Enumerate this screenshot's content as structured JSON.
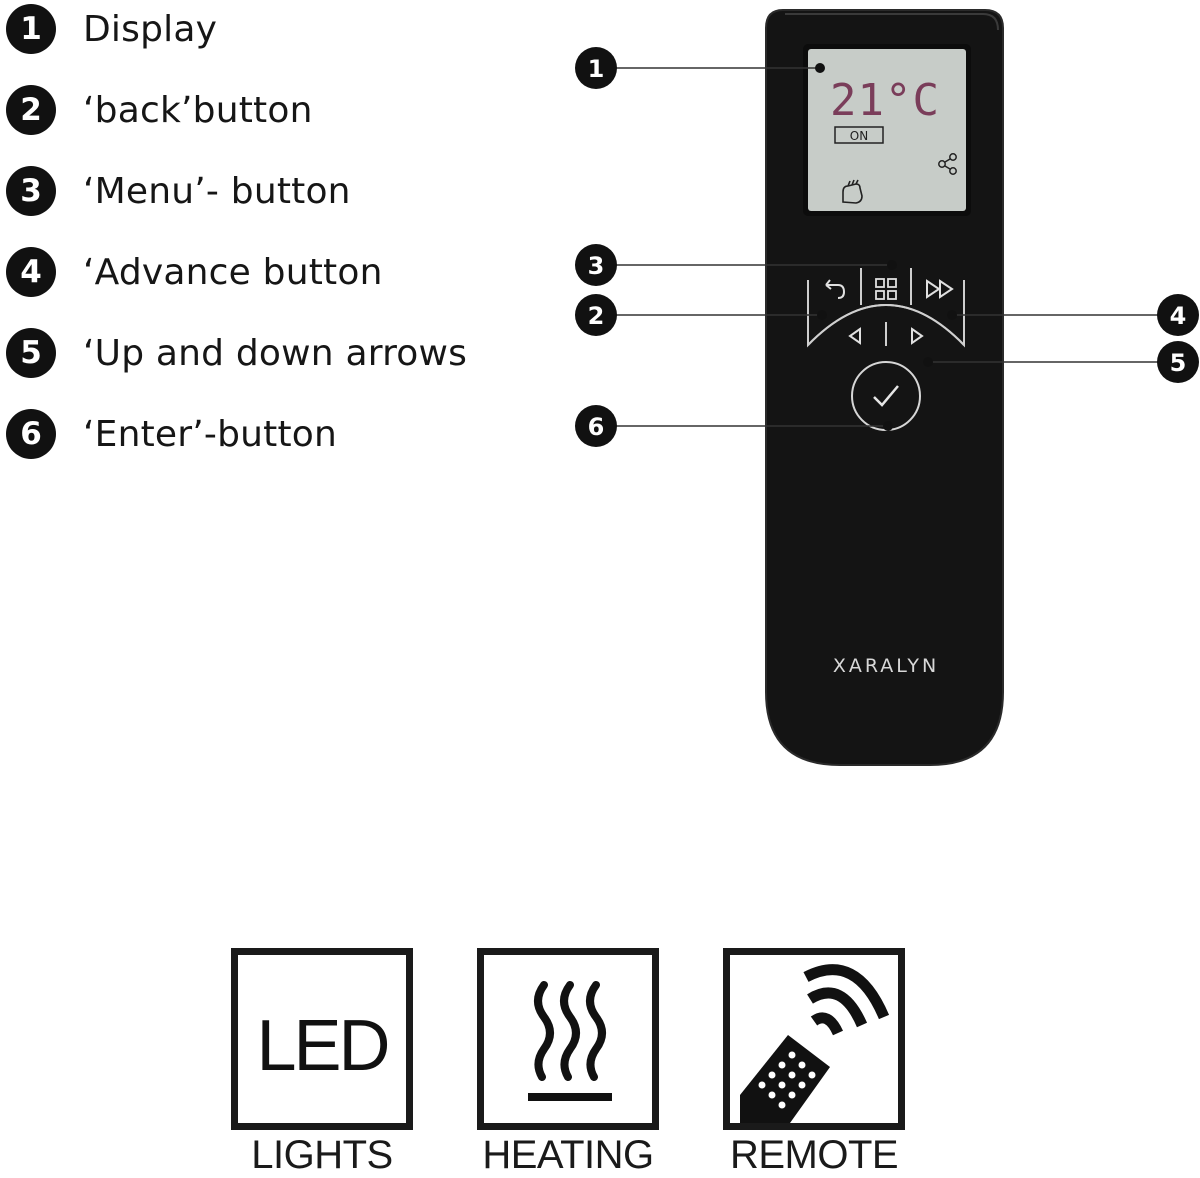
{
  "legend": [
    {
      "number": "1",
      "label": "Display"
    },
    {
      "number": "2",
      "label": "‘back’button"
    },
    {
      "number": "3",
      "label": "‘Menu’- button"
    },
    {
      "number": "4",
      "label": "‘Advance button"
    },
    {
      "number": "5",
      "label": "‘Up and down arrows"
    },
    {
      "number": "6",
      "label": "‘Enter’-button"
    }
  ],
  "display": {
    "temperature": "21°C",
    "status": "ON"
  },
  "remote": {
    "brand": "XARALYN"
  },
  "callouts": [
    "1",
    "2",
    "3",
    "4",
    "5",
    "6"
  ],
  "features": [
    {
      "icon": "LED",
      "label": "LIGHTS",
      "icon_name": "led-icon"
    },
    {
      "icon": "",
      "label": "HEATING",
      "icon_name": "heat-waves-icon"
    },
    {
      "icon": "",
      "label": "REMOTE",
      "icon_name": "remote-signal-icon"
    }
  ],
  "colors": {
    "remote_body": "#141414",
    "lcd": "#c7ccc8",
    "lcd_digits": "#7a3d5a",
    "callout": "#111111"
  }
}
